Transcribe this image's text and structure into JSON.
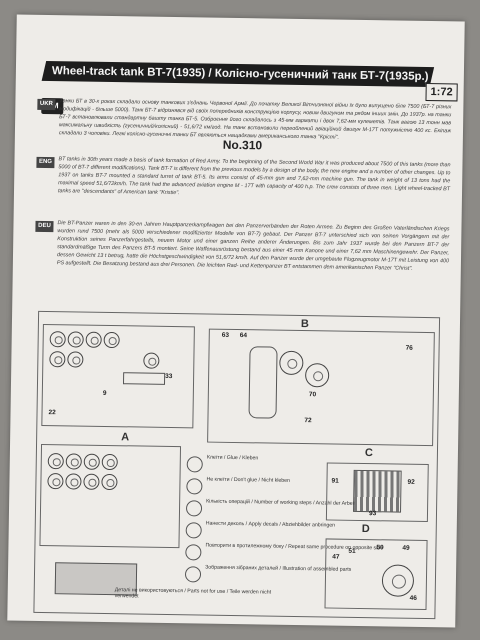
{
  "title": "Wheel-track tank BT-7(1935) / Колісно-гусеничний танк БТ-7(1935р.)",
  "scale": "1:72",
  "brand": "UM",
  "kit_number": "No.310",
  "paragraphs": [
    {
      "lang": "UKR",
      "text": "Танки БТ в 30-х роках складали основу танкових з'єднань Червоної Армії. До початку Великої Вітчизняної війни їх було випущено біля 7500 (БТ-7 різних модифікацій - більше 5000). Танк БТ-7 відрізнявся від своїх попередників конструкцією корпусу, новим двигуном та рядом інших змін. До 1937р. на танки БТ-7 встановлювали стандартну башту танка БТ-5. Озброєння його складалось з 45-мм гармати і двох 7,62-мм кулеметів. Танк вагою 13 тонн мав максимальну швидкість (гусеничний/колісний) - 51,6/72 км/год. На танк встановили переоблений авіаційний двигун М-17Т потужністю 400 кс. Екіпаж складали 3 чоловіки. Легкі колісно-гусеничні танки БТ являються нащадками американського танка \"Крісті\"."
    },
    {
      "lang": "ENG",
      "text": "BT tanks in 30th years made a basis of tank formation of Red Army. To the beginning of the Second World War it was produced about 7500 of this tanks (more than 5000 of BT-7 different modifications). Tank BT-7 is different from the previous models by a design of the body, the new engine and a number of other changes. Up to 1937 on tanks BT-7 mounted a standard turret of tank BT-5. Its arms consist of 45-mm gun and 7,62-mm machine gun. The tank in weight of 13 tons had the maximal speed 51,6/72km/h. The tank had the advanced aviation engine M - 17T with capacity of 400 h.p. The crew consists of three men. Light wheel-tracked BT tanks are \"descendants\" of American tank \"Kristie\"."
    },
    {
      "lang": "DEU",
      "text": "Die BT-Panzer waren in den 30-en Jahren Hauptpanzerkampfwagen bei den Panzerverbänden der Roten Armee. Zu Beginn des Großen Vaterländischen Kriegs wurden rund 7500 (mehr als 5000 verschiedener modifizierter Modelle von BT-7) gebaut. Der Panzer BT-7 unterschied sich von seinen Vorgängern mit der Konstruktion seines Panzerfahrgestells, neuem Motor und einer ganzen Reihe anderer Änderungen. Bis zum Jahr 1937 wurde bei den Panzern BT-7 der standardmäßige Turm des Panzers BT-5 montiert. Seine Waffenausrüstung bestand aus einer 45 mm Kanone und einer 7,62 mm Maschinengewehr. Der Panzer, dessen Gewicht 13 t betrug, hatte die Höchstgeschwindigkeit von 51,6/72 km/h. Auf den Panzer wurde der umgebaute Flugzeugmotor M-17T mit Leistung von 400 PS aufgestellt. Die Besatzung bestand aus drei Personen. Die leichten Rad- und Kettenpanzer BT entstammen dem amerikanischen Panzer \"Christ\"."
    }
  ],
  "labels": {
    "a": "A",
    "b": "B",
    "c": "C",
    "d": "D"
  },
  "parts": {
    "p33": "33",
    "p9": "9",
    "p22": "22",
    "p63": "63",
    "p64": "64",
    "p70": "70",
    "p76": "76",
    "p72": "72",
    "p91": "91",
    "p92": "92",
    "p93": "93",
    "p47": "47",
    "p51": "51",
    "p50": "50",
    "p49": "49",
    "p46": "46"
  },
  "legend": [
    "Клеїти / Glue / Kleben",
    "Не клеїти / Don't glue / Nicht kleben",
    "Кількість операцій / Number of working steps / Anzahl der Arbeitsgänge",
    "Нанести деколь / Apply decals / Abziehbilder anbringen",
    "Повторити в протилежному боку / Repeat same procedure on opposite side",
    "Зображення зібраних деталей / Illustration of assembled parts",
    "Деталі не використовуються / Parts not for use / Teile werden nicht verwendet"
  ]
}
